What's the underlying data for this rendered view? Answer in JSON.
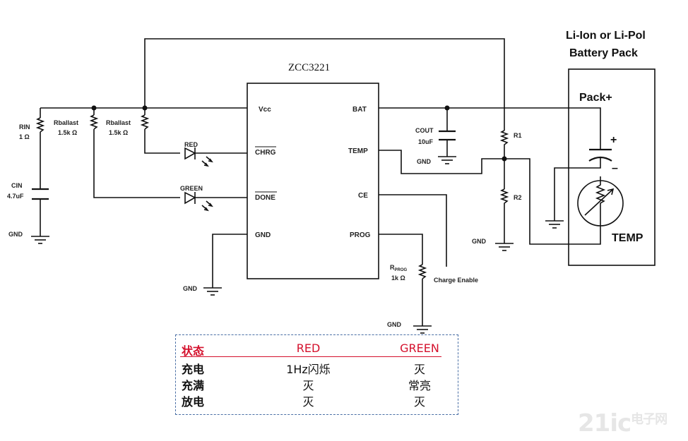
{
  "chip": {
    "name": "ZCC3221",
    "pins_left": [
      "Vcc",
      "CHRG",
      "DONE",
      "GND"
    ],
    "pins_right": [
      "BAT",
      "TEMP",
      "CE",
      "PROG"
    ]
  },
  "components": {
    "rin": [
      "RIN",
      "1 Ω"
    ],
    "cin": [
      "CIN",
      "4.7uF"
    ],
    "rb1": [
      "Rballast",
      "1.5k Ω"
    ],
    "rb2": [
      "Rballast",
      "1.5k Ω"
    ],
    "led_red": "RED",
    "led_green": "GREEN",
    "cout": [
      "COUT",
      "10uF"
    ],
    "r1": "R1",
    "r2": "R2",
    "rprog_main": "R",
    "rprog_sub": "PROG",
    "rprog_val": "1k Ω",
    "charge_enable": "Charge Enable"
  },
  "gnd_label": "GND",
  "battery": {
    "title_line1": "Li-Ion or Li-Pol",
    "title_line2": "Battery Pack",
    "pack_plus": "Pack+",
    "plus": "+",
    "minus": "–",
    "temp": "TEMP"
  },
  "status_table": {
    "headers": [
      "状态",
      "RED",
      "GREEN"
    ],
    "rows": [
      [
        "充电",
        "1Hz闪烁",
        "灭"
      ],
      [
        "充满",
        "灭",
        "常亮"
      ],
      [
        "放电",
        "灭",
        "灭"
      ]
    ]
  },
  "watermark": {
    "main": "21ic",
    "sub": "电子网"
  }
}
